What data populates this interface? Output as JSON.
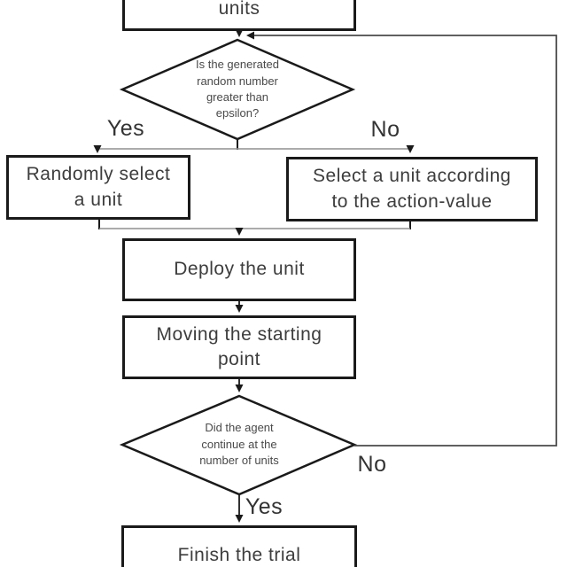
{
  "colors": {
    "background": "#ffffff",
    "box_border": "#1a1a1a",
    "box_text": "#3d3d3d",
    "diamond_text": "#4a4a4a",
    "connector_gray": "#8f8f8f",
    "connector_dark": "#4a4a4a",
    "arrow": "#1a1a1a"
  },
  "nodes": {
    "units_box": {
      "label": "units"
    },
    "epsilon_decision": {
      "label": "Is the generated\nrandom number\ngreater than\nepsilon?"
    },
    "random_select_box": {
      "label": "Randomly select\na unit"
    },
    "action_value_box": {
      "label": "Select a unit according\nto the action-value"
    },
    "deploy_box": {
      "label": "Deploy the unit"
    },
    "moving_box": {
      "label": "Moving the starting\npoint"
    },
    "continue_decision": {
      "label": "Did the agent\ncontinue at the\nnumber of units"
    },
    "finish_box": {
      "label": "Finish the trial"
    }
  },
  "branch_labels": {
    "epsilon_yes": "Yes",
    "epsilon_no": "No",
    "continue_no": "No",
    "continue_yes": "Yes"
  }
}
